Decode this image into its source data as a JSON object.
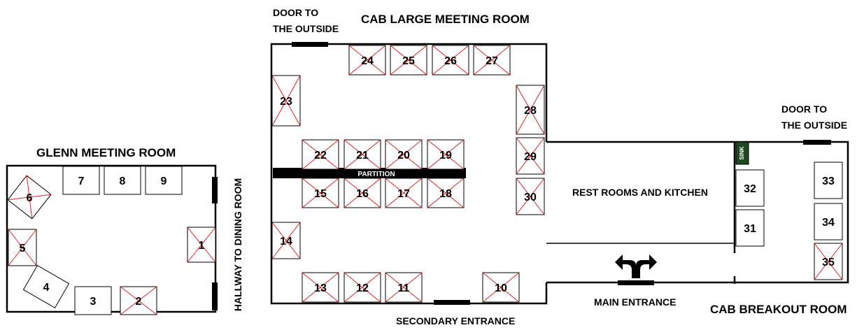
{
  "labels": {
    "glenn_room": "GLENN MEETING ROOM",
    "cab_large_room": "CAB LARGE MEETING ROOM",
    "cab_breakout_room": "CAB BREAKOUT ROOM",
    "door_top_left_line1": "DOOR TO",
    "door_top_left_line2": "THE OUTSIDE",
    "door_right_line1": "DOOR TO",
    "door_right_line2": "THE OUTSIDE",
    "hallway": "HALLWAY TO DINING ROOM",
    "partition": "PARTITION",
    "restrooms": "REST ROOMS AND KITCHEN",
    "sink": "SINK",
    "main_entrance": "MAIN ENTRANCE",
    "secondary_entrance": "SECONDARY ENTRANCE"
  },
  "tables": [
    {
      "number": "1",
      "crossed": true
    },
    {
      "number": "2",
      "crossed": true
    },
    {
      "number": "3",
      "crossed": false
    },
    {
      "number": "4",
      "crossed": false
    },
    {
      "number": "5",
      "crossed": true
    },
    {
      "number": "6",
      "crossed": true
    },
    {
      "number": "7",
      "crossed": false
    },
    {
      "number": "8",
      "crossed": false
    },
    {
      "number": "9",
      "crossed": false
    },
    {
      "number": "10",
      "crossed": true
    },
    {
      "number": "11",
      "crossed": true
    },
    {
      "number": "12",
      "crossed": true
    },
    {
      "number": "13",
      "crossed": true
    },
    {
      "number": "14",
      "crossed": true
    },
    {
      "number": "15",
      "crossed": true
    },
    {
      "number": "16",
      "crossed": true
    },
    {
      "number": "17",
      "crossed": true
    },
    {
      "number": "18",
      "crossed": true
    },
    {
      "number": "19",
      "crossed": true
    },
    {
      "number": "20",
      "crossed": true
    },
    {
      "number": "21",
      "crossed": true
    },
    {
      "number": "22",
      "crossed": true
    },
    {
      "number": "23",
      "crossed": true
    },
    {
      "number": "24",
      "crossed": true
    },
    {
      "number": "25",
      "crossed": true
    },
    {
      "number": "26",
      "crossed": true
    },
    {
      "number": "27",
      "crossed": true
    },
    {
      "number": "28",
      "crossed": true
    },
    {
      "number": "29",
      "crossed": true
    },
    {
      "number": "30",
      "crossed": true
    },
    {
      "number": "31",
      "crossed": false
    },
    {
      "number": "32",
      "crossed": false
    },
    {
      "number": "33",
      "crossed": false
    },
    {
      "number": "34",
      "crossed": false
    },
    {
      "number": "35",
      "crossed": true
    }
  ],
  "colors": {
    "wall": "#000000",
    "cross": "#e02020",
    "sink_bg": "#1f4a1f",
    "table_border": "#000000"
  }
}
